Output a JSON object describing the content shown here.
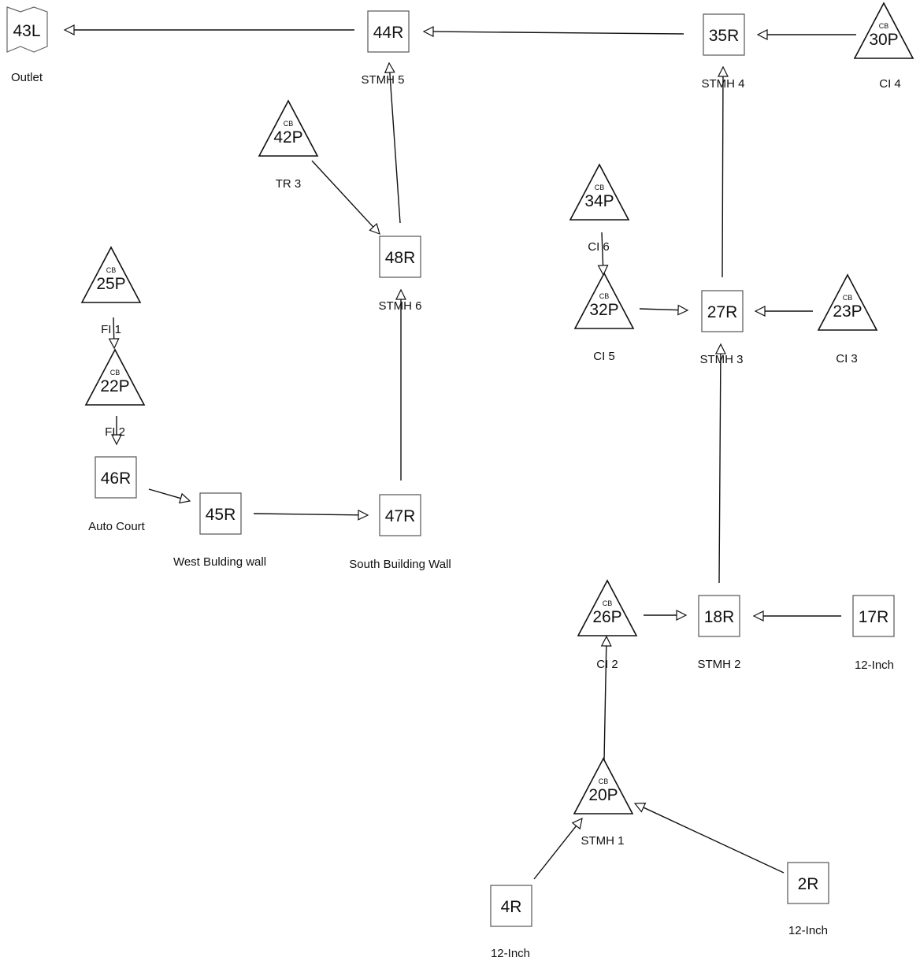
{
  "diagram": {
    "catch_basin_tag": "CB",
    "nodes": [
      {
        "id": "43L",
        "shape": "link",
        "label": "Outlet"
      },
      {
        "id": "44R",
        "shape": "reach",
        "label": "STMH 5"
      },
      {
        "id": "35R",
        "shape": "reach",
        "label": "STMH 4"
      },
      {
        "id": "30P",
        "shape": "pond",
        "label": "CI 4"
      },
      {
        "id": "42P",
        "shape": "pond",
        "label": "TR 3"
      },
      {
        "id": "48R",
        "shape": "reach",
        "label": "STMH 6"
      },
      {
        "id": "34P",
        "shape": "pond",
        "label": "CI 6"
      },
      {
        "id": "32P",
        "shape": "pond",
        "label": "CI 5"
      },
      {
        "id": "27R",
        "shape": "reach",
        "label": "STMH 3"
      },
      {
        "id": "23P",
        "shape": "pond",
        "label": "CI 3"
      },
      {
        "id": "25P",
        "shape": "pond",
        "label": "FI 1"
      },
      {
        "id": "22P",
        "shape": "pond",
        "label": "FI 2"
      },
      {
        "id": "46R",
        "shape": "reach",
        "label": "Auto Court"
      },
      {
        "id": "45R",
        "shape": "reach",
        "label": "West Bulding wall"
      },
      {
        "id": "47R",
        "shape": "reach",
        "label": "South Building Wall"
      },
      {
        "id": "26P",
        "shape": "pond",
        "label": "CI 2"
      },
      {
        "id": "18R",
        "shape": "reach",
        "label": "STMH 2"
      },
      {
        "id": "17R",
        "shape": "reach",
        "label": "12-Inch"
      },
      {
        "id": "20P",
        "shape": "pond",
        "label": "STMH 1"
      },
      {
        "id": "4R",
        "shape": "reach",
        "label": "12-Inch"
      },
      {
        "id": "2R",
        "shape": "reach",
        "label": "12-Inch"
      }
    ],
    "links": [
      {
        "from": "44R",
        "to": "43L"
      },
      {
        "from": "35R",
        "to": "44R"
      },
      {
        "from": "30P",
        "to": "35R"
      },
      {
        "from": "48R",
        "to": "44R"
      },
      {
        "from": "42P",
        "to": "48R"
      },
      {
        "from": "27R",
        "to": "35R"
      },
      {
        "from": "34P",
        "to": "32P"
      },
      {
        "from": "32P",
        "to": "27R"
      },
      {
        "from": "23P",
        "to": "27R"
      },
      {
        "from": "25P",
        "to": "22P"
      },
      {
        "from": "22P",
        "to": "46R"
      },
      {
        "from": "46R",
        "to": "45R"
      },
      {
        "from": "45R",
        "to": "47R"
      },
      {
        "from": "47R",
        "to": "48R"
      },
      {
        "from": "18R",
        "to": "27R"
      },
      {
        "from": "26P",
        "to": "18R"
      },
      {
        "from": "17R",
        "to": "18R"
      },
      {
        "from": "20P",
        "to": "26P"
      },
      {
        "from": "4R",
        "to": "20P"
      },
      {
        "from": "2R",
        "to": "20P"
      }
    ]
  }
}
